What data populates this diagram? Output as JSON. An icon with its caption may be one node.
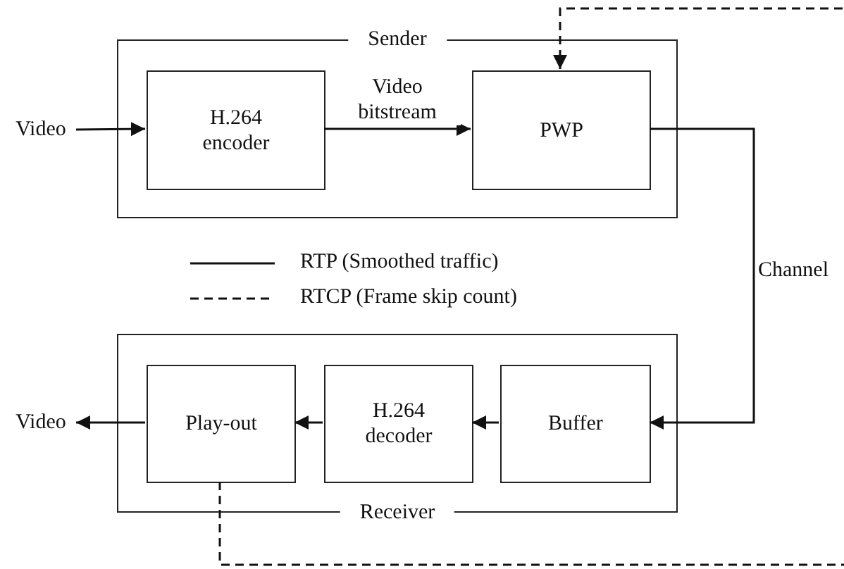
{
  "diagram": {
    "nodes": [
      {
        "text": [
          "Sender"
        ]
      },
      {
        "text": [
          "H.264 encoder"
        ],
        "in": 0
      },
      {
        "text": [
          "PWP"
        ],
        "in": 0
      },
      {
        "text": [
          "Receiver"
        ]
      },
      {
        "text": [
          "Play-out"
        ],
        "in": 3
      },
      {
        "text": [
          "H.264 decoder"
        ],
        "in": 3
      },
      {
        "text": [
          "Buffer"
        ],
        "in": 3
      },
      {
        "text": [
          "Video"
        ]
      },
      {
        "text": [
          "Video"
        ]
      }
    ],
    "edges": [
      {
        "from": 7,
        "to": 1,
        "arrow": "to"
      },
      {
        "from": 1,
        "to": 2,
        "arrow": "to",
        "label": "Video bitstream"
      },
      {
        "from": 2,
        "to": 6,
        "arrow": "to",
        "label": "Channel"
      },
      {
        "from": 6,
        "to": 5,
        "arrow": "to"
      },
      {
        "from": 5,
        "to": 4,
        "arrow": "to"
      },
      {
        "from": 4,
        "to": 8,
        "arrow": "to"
      },
      {
        "from": 4,
        "to": 2,
        "arrow": "to",
        "style": "dashed"
      }
    ],
    "legend": [
      {
        "text": "RTP (Smoothed traffic)"
      },
      {
        "text": "RTCP (Frame skip count)"
      }
    ]
  }
}
